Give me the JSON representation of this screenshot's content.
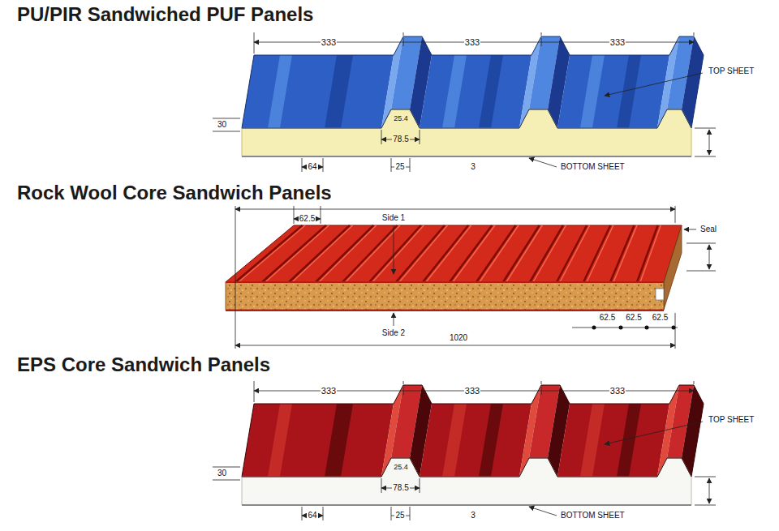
{
  "diagram": {
    "labels": [
      "PU/PIR Sandwiched PUF Panels",
      "333",
      "333",
      "333",
      "TOP SHEET",
      "30",
      "25.4",
      "78.5",
      "64",
      "25",
      "3",
      "BOTTOM SHEET",
      "Rock Wool Core Sandwich Panels",
      "62.5",
      "Side 1",
      "Seal",
      "62.5",
      "62.5",
      "62.5",
      "Side 2",
      "1020",
      "EPS Core Sandwich Panels",
      "333",
      "333",
      "333",
      "TOP SHEET",
      "30",
      "25.4",
      "78.5",
      "64",
      "25",
      "3",
      "BOTTOM SHEET"
    ]
  }
}
